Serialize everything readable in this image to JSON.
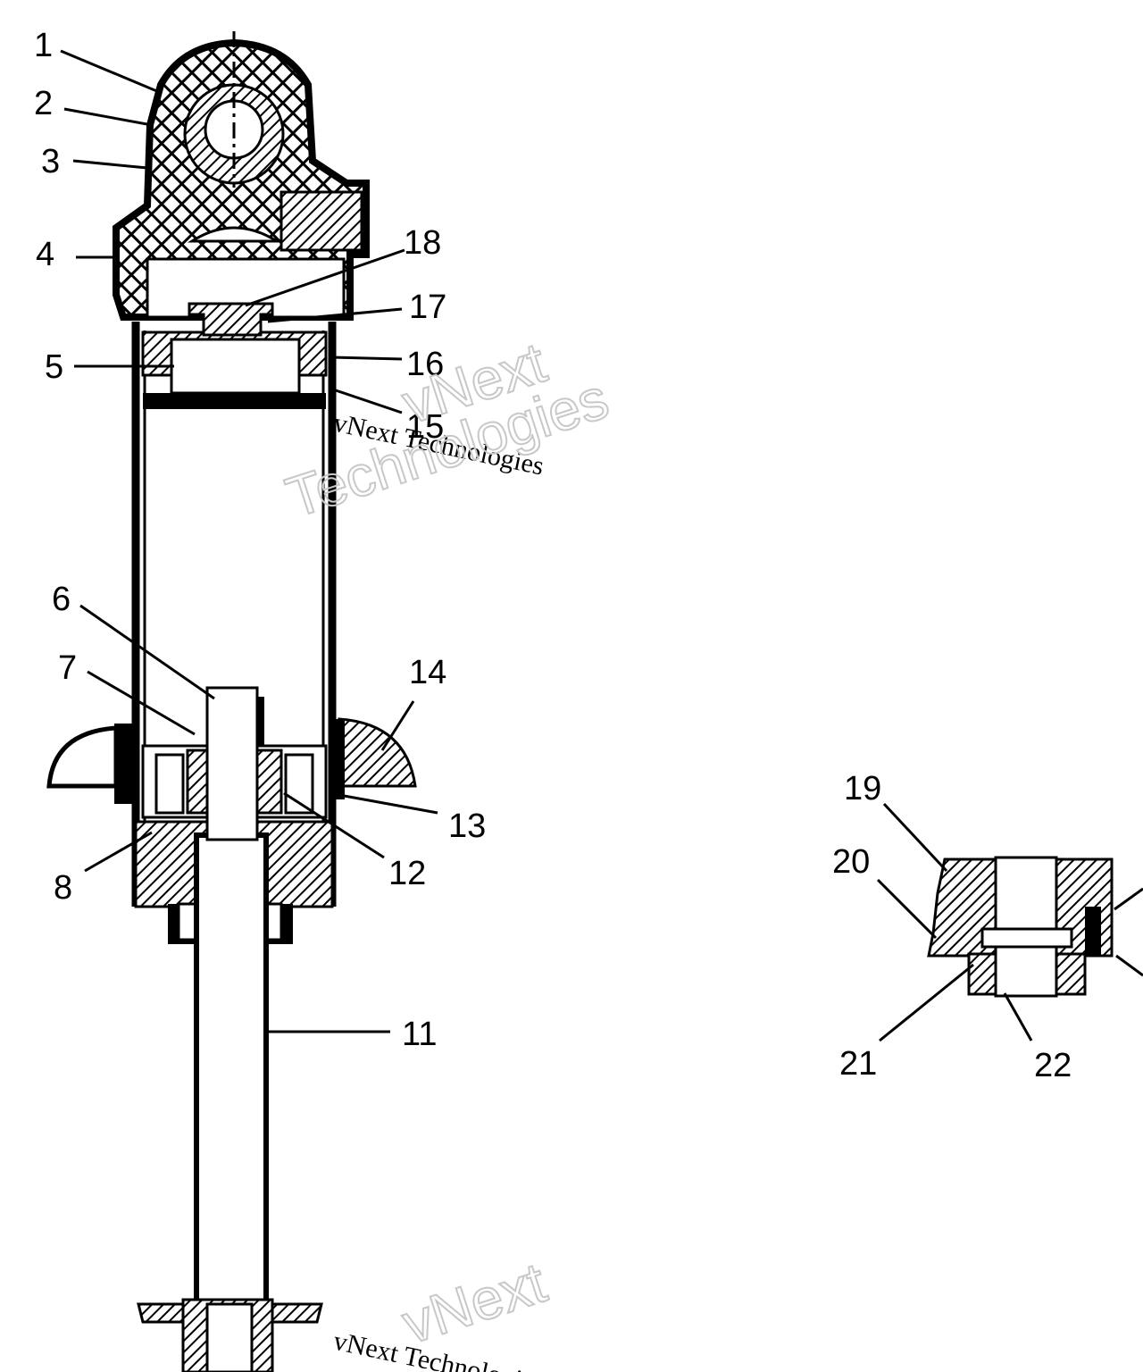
{
  "callouts": [
    {
      "key": "c1",
      "text": "1"
    },
    {
      "key": "c2",
      "text": "2"
    },
    {
      "key": "c3",
      "text": "3"
    },
    {
      "key": "c4",
      "text": "4"
    },
    {
      "key": "c5",
      "text": "5"
    },
    {
      "key": "c6",
      "text": "6"
    },
    {
      "key": "c7",
      "text": "7"
    },
    {
      "key": "c8",
      "text": "8"
    },
    {
      "key": "c11",
      "text": "11"
    },
    {
      "key": "c12",
      "text": "12"
    },
    {
      "key": "c13",
      "text": "13"
    },
    {
      "key": "c14",
      "text": "14"
    },
    {
      "key": "c15",
      "text": "15"
    },
    {
      "key": "c16",
      "text": "16"
    },
    {
      "key": "c17",
      "text": "17"
    },
    {
      "key": "c18",
      "text": "18"
    },
    {
      "key": "c19",
      "text": "19"
    },
    {
      "key": "c20",
      "text": "20"
    },
    {
      "key": "c21",
      "text": "21"
    },
    {
      "key": "c22",
      "text": "22"
    }
  ],
  "watermark": {
    "small": "vNext Technologies",
    "big_line1": "vNext",
    "big_line2": "Technologies"
  }
}
